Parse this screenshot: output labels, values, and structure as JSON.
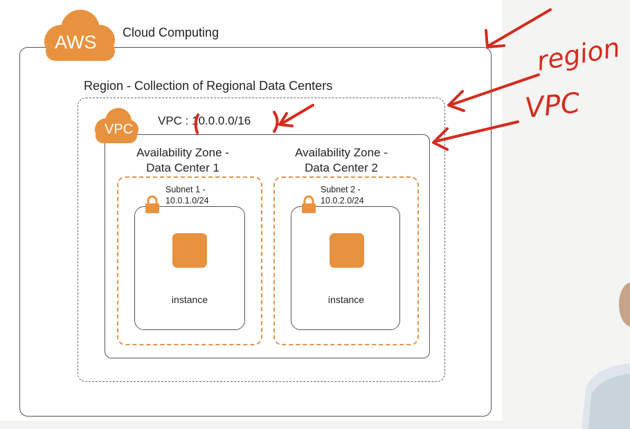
{
  "cloud": {
    "logo": "AWS",
    "title": "Cloud Computing"
  },
  "region": {
    "title": "Region - Collection of Regional Data Centers"
  },
  "vpc": {
    "logo": "VPC",
    "title": "VPC : 10.0.0.0/16"
  },
  "zones": [
    {
      "title_line1": "Availability Zone -",
      "title_line2": "Data Center 1",
      "subnet_line1": "Subnet 1 -",
      "subnet_line2": "10.0.1.0/24",
      "instance": "instance"
    },
    {
      "title_line1": "Availability Zone -",
      "title_line2": "Data Center 2",
      "subnet_line1": "Subnet 2 -",
      "subnet_line2": "10.0.2.0/24",
      "instance": "instance"
    }
  ],
  "annotations": {
    "region": "region",
    "vpc": "VPC"
  },
  "colors": {
    "aws_orange": "#e8923f",
    "ink_red": "#d52b1e",
    "border": "#555555"
  },
  "icons": [
    "cloud-icon",
    "lock-icon",
    "instance-icon",
    "arrow-icon"
  ]
}
